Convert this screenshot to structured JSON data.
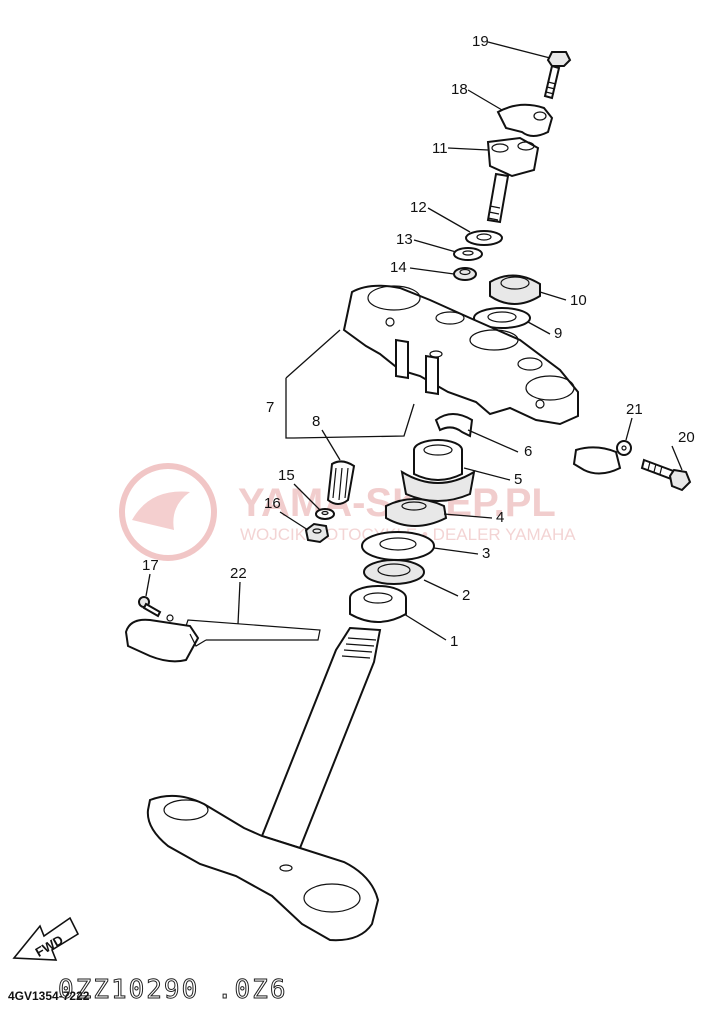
{
  "callouts": [
    "19",
    "18",
    "11",
    "12",
    "13",
    "14",
    "10",
    "9",
    "7",
    "8",
    "6",
    "21",
    "20",
    "5",
    "15",
    "4",
    "16",
    "3",
    "17",
    "22",
    "2",
    "1"
  ],
  "watermark": {
    "title": "YAMA-SKLEP.PL",
    "subtitle": "WOJCIK MOTOCYKLE • DEALER YAMAHA"
  },
  "fwd_label": "FWD",
  "diagram_code": "4GV1354-7222",
  "catalog_number": "0ZZ10290 .0Z6",
  "colors": {
    "line": "#111111",
    "watermark": "#e6a0a0"
  }
}
